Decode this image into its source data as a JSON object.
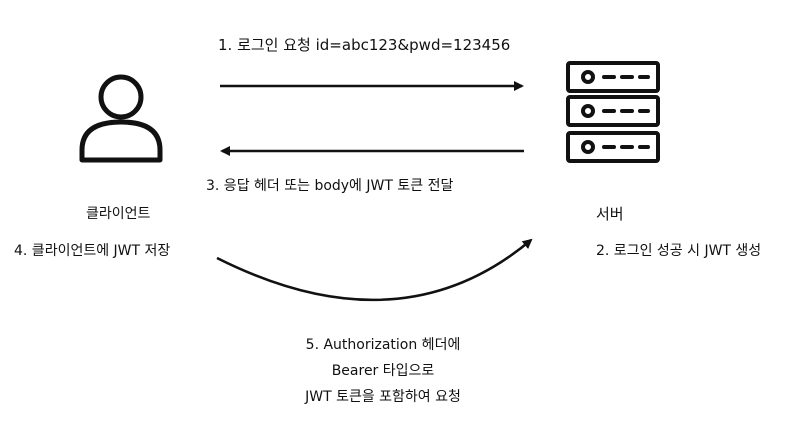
{
  "nodes": {
    "client": {
      "label": "클라이언트",
      "icon": "user-icon"
    },
    "server": {
      "label": "서버",
      "icon": "server-icon"
    }
  },
  "steps": {
    "step1": "1. 로그인 요청 id=abc123&pwd=123456",
    "step2": "2. 로그인 성공 시 JWT 생성",
    "step3": "3. 응답 헤더 또는 body에 JWT 토큰 전달",
    "step4": "4. 클라이언트에 JWT 저장",
    "step5": {
      "line1": "5. Authorization 헤더에",
      "line2": "Bearer 타입으로",
      "line3": "JWT 토큰을 포함하여 요청"
    }
  },
  "colors": {
    "stroke": "#111111",
    "background": "#ffffff"
  }
}
